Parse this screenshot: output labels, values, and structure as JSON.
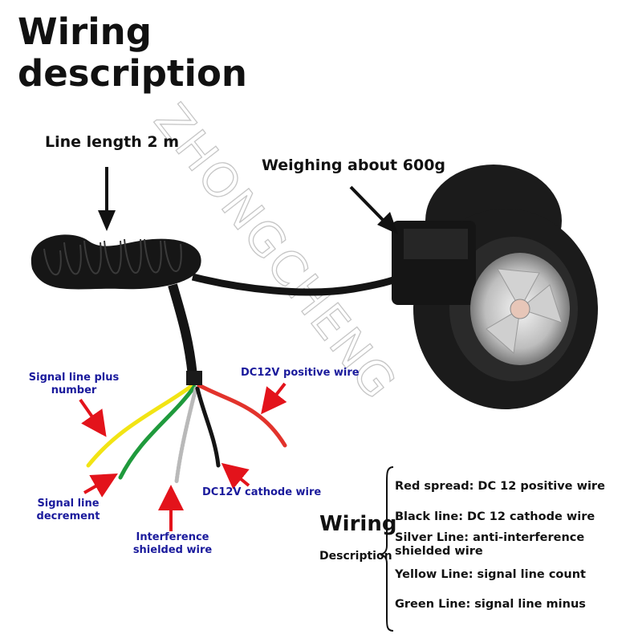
{
  "title": {
    "line1": "Wiring",
    "line2": "description"
  },
  "watermark": "ZHONGCHENG",
  "callouts": {
    "line_length": "Line length 2 m",
    "weight": "Weighing about 600g"
  },
  "wire_labels": {
    "signal_plus": "Signal line plus number",
    "signal_decrement": "Signal line decrement",
    "shielded": "Interference shielded wire",
    "positive": "DC12V positive wire",
    "cathode": "DC12V cathode wire"
  },
  "legend": {
    "heading": "Wiring",
    "subheading": "Description",
    "items": [
      "Red spread: DC 12 positive wire",
      "Black line: DC 12 cathode wire",
      "Silver Line: anti-interference shielded wire",
      "Yellow Line: signal line count",
      "Green Line: signal line minus"
    ]
  },
  "colors": {
    "arrow_red": "#e3131b",
    "label_blue": "#1a1a9c",
    "wire_red": "#e2332c",
    "wire_yellow": "#f2e414",
    "wire_green": "#1f9a3c",
    "wire_silver": "#b9b9b9",
    "device_black": "#1b1b1b"
  }
}
